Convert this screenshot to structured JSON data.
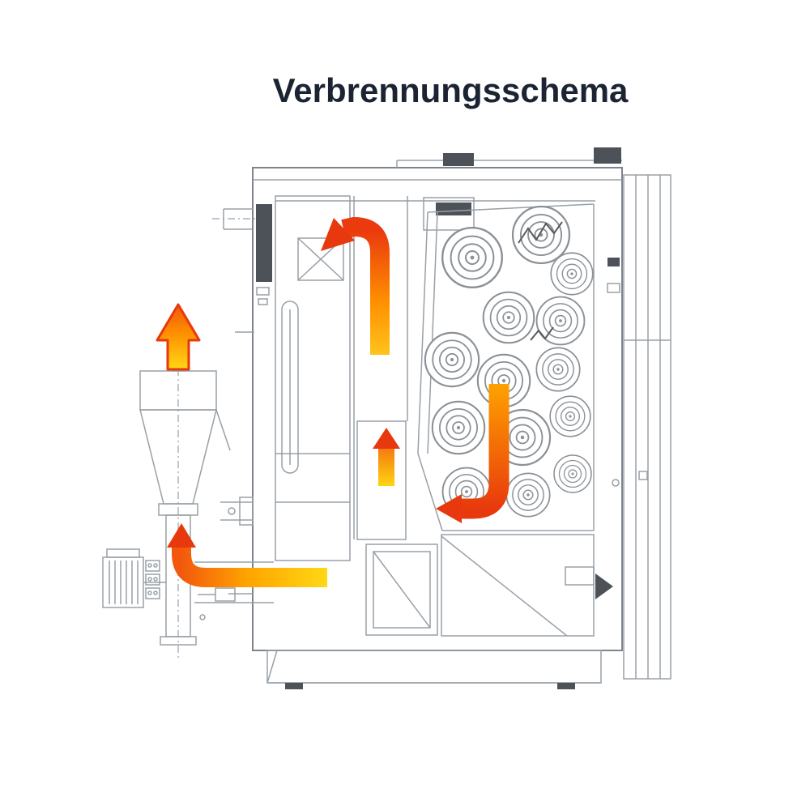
{
  "title": {
    "text": "Verbrennungsschema",
    "color": "#1c2433"
  },
  "diagram": {
    "type": "technical-combustion-schematic",
    "colors": {
      "outline": "#98a0a7",
      "outline_dark": "#4d5258",
      "flame_yellow": "#ffd814",
      "flame_orange": "#ff9000",
      "flame_red": "#e8380d"
    },
    "icons": {
      "arrows": [
        {
          "name": "flue-gas-arrow-top"
        },
        {
          "name": "secondary-air-arrow-middle"
        },
        {
          "name": "combustion-gas-arrow-right"
        },
        {
          "name": "exhaust-flame-arrow-hopper"
        },
        {
          "name": "feed-flow-arrow-bottom"
        }
      ]
    }
  }
}
